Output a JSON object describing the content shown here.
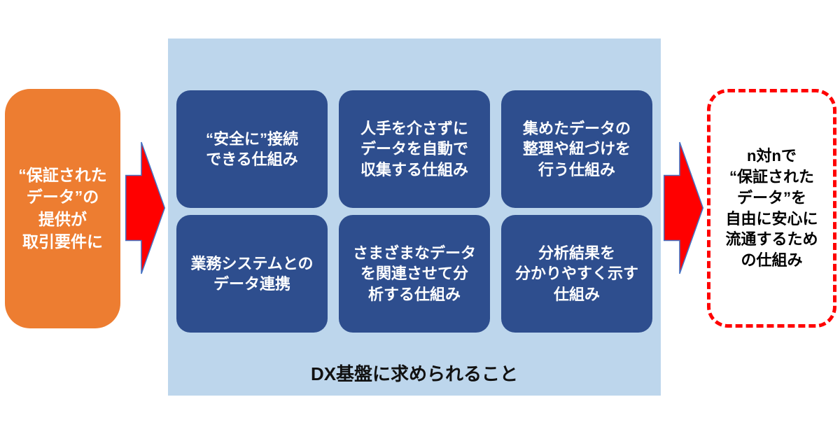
{
  "left_box": {
    "text": "“保証された\nデータ”の\n提供が\n取引要件に"
  },
  "panel": {
    "title": "DX基盤に求められること",
    "boxes": [
      {
        "text": "“安全に”接続\nできる仕組み"
      },
      {
        "text": "人手を介さずに\nデータを自動で\n収集する仕組み"
      },
      {
        "text": "集めたデータの\n整理や紐づけを\n行う仕組み"
      },
      {
        "text": "業務システムとの\nデータ連携"
      },
      {
        "text": "さまざまなデータ\nを関連させて分\n析する仕組み"
      },
      {
        "text": "分析結果を\n分かりやすく示す\n仕組み"
      }
    ]
  },
  "right_box": {
    "text": "n対nで\n“保証された\nデータ”を\n自由に安心に\n流通するため\nの仕組み"
  },
  "icons": {
    "flow_arrow": "red-right-block-arrow"
  },
  "colors": {
    "source_orange": "#ED7D31",
    "panel_light_blue": "#BDD6EC",
    "requirement_box_blue": "#2E4E8E",
    "arrow_red": "#FF0000",
    "arrow_outline_blue": "#4472C4",
    "outcome_border_red": "#FF0000",
    "text_white": "#FFFFFF",
    "text_black": "#000000"
  }
}
